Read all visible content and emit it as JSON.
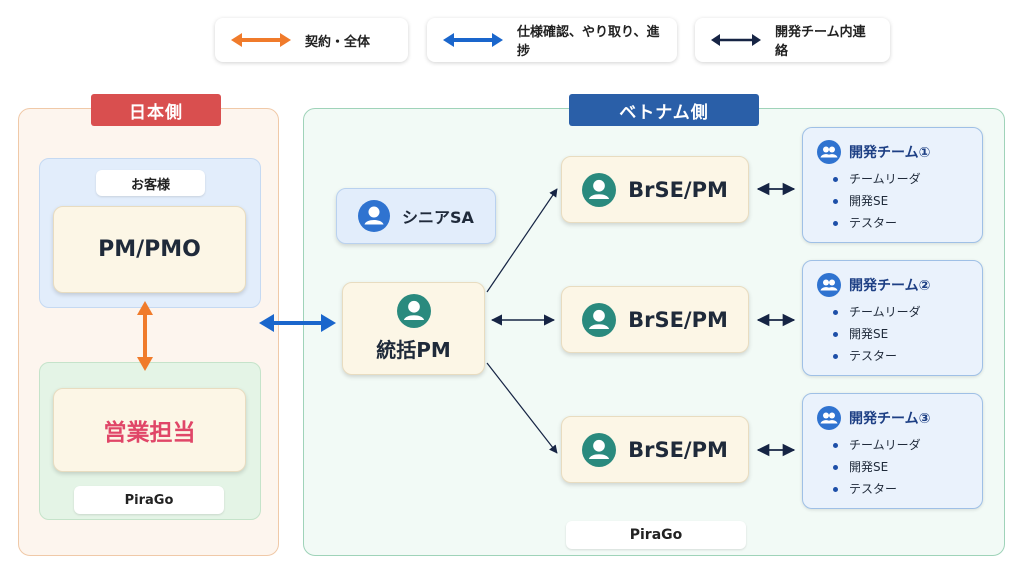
{
  "legend": [
    {
      "label": "契約・全体",
      "color": "#f07b2b"
    },
    {
      "label": "仕様確認、やり取り、進捗",
      "color": "#1a66cc"
    },
    {
      "label": "開発チーム内連絡",
      "color": "#162444"
    }
  ],
  "japan": {
    "label": "日本側",
    "label_color": "#d94f4f",
    "client_tag": "お客様",
    "pm_pmo": "PM/PMO",
    "sales": "営業担当",
    "company": "PiraGo"
  },
  "vietnam": {
    "label": "ベトナム側",
    "label_color": "#2a5fa8",
    "senior_sa": "シニアSA",
    "lead_pm": "統括PM",
    "brse_pm": [
      "BrSE/PM",
      "BrSE/PM",
      "BrSE/PM"
    ],
    "company": "PiraGo",
    "teams": [
      {
        "title": "開発チーム①",
        "members": [
          "チームリーダ",
          "開発SE",
          "テスター"
        ]
      },
      {
        "title": "開発チーム②",
        "members": [
          "チームリーダ",
          "開発SE",
          "テスター"
        ]
      },
      {
        "title": "開発チーム③",
        "members": [
          "チームリーダ",
          "開発SE",
          "テスター"
        ]
      }
    ]
  }
}
